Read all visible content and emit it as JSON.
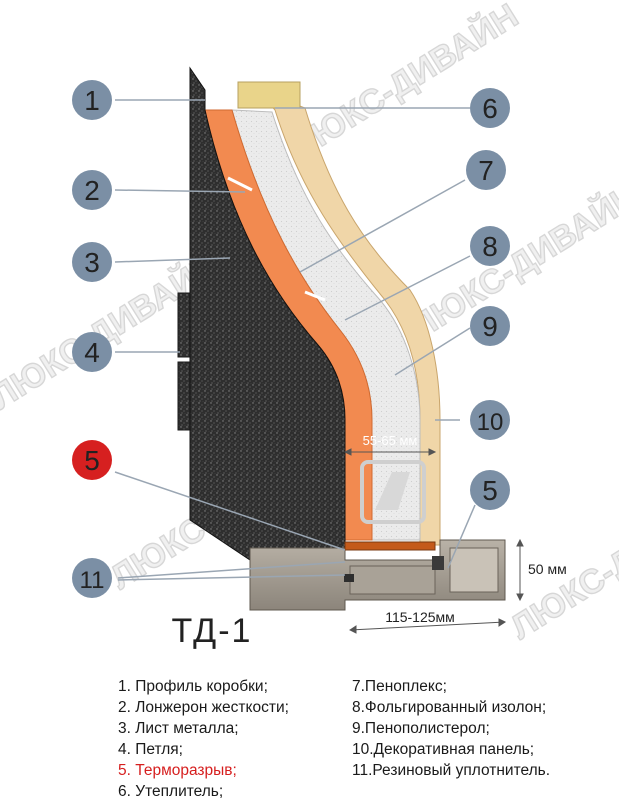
{
  "title": "ТД-1",
  "watermark": "ЛЮКС-ДИВАЙН",
  "dimensions": {
    "thickness": "55-65 мм",
    "height": "50 мм",
    "width": "115-125мм"
  },
  "callouts": [
    "1",
    "2",
    "3",
    "4",
    "5",
    "6",
    "7",
    "8",
    "9",
    "10",
    "5",
    "11"
  ],
  "legend_left": [
    "1. Профиль коробки;",
    "2. Лонжерон жесткости;",
    "3. Лист металла;",
    "4. Петля;",
    "5. Терморазрыв;",
    "6. Утеплитель;"
  ],
  "legend_right": [
    "7.Пеноплекс;",
    "8.Фольгированный изолон;",
    "9.Пенополистерол;",
    "10.Декоративная панель;",
    "11.Резиновый уплотнитель."
  ],
  "colors": {
    "callout": "#7a8fa6",
    "callout_highlight": "#d62020",
    "metal": "#2b2b2b",
    "insulation_orange": "#f2884f",
    "foam": "#e9e9e9",
    "panel": "#f2d9ae"
  }
}
